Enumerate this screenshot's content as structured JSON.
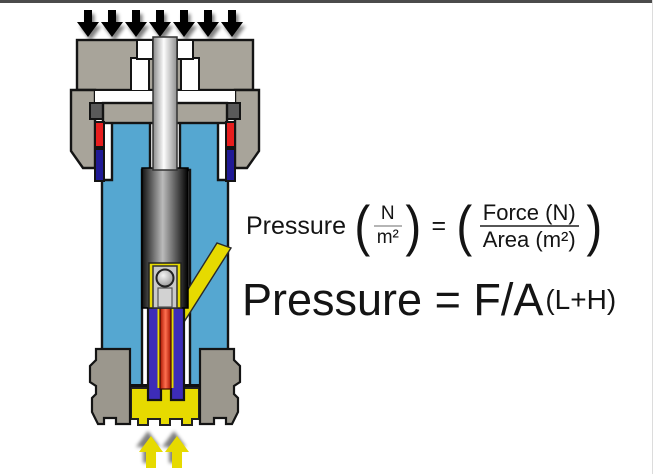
{
  "page": {
    "background": "#ffffff",
    "top_border_color": "#4b4b4b"
  },
  "diagram": {
    "colors": {
      "cap_gray": "#a8a49a",
      "base_gray": "#9b978d",
      "body_blue": "#55a7d1",
      "seal_red": "#e81e1e",
      "seal_navy": "#201a96",
      "fluid_yellow": "#e6da00",
      "tube_purple": "#3d2cb8",
      "dark_block": "#5a5a5a",
      "outline": "#141414"
    },
    "force_arrows": {
      "count": 7,
      "color": "#000000",
      "direction": "down"
    },
    "reaction_arrows": {
      "count": 2,
      "color": "#e6da00",
      "direction": "up"
    }
  },
  "formulas": {
    "pressure_units": {
      "word": "Pressure",
      "open_paren": "(",
      "close_paren": ")",
      "num_small": "N",
      "den_small": "m²",
      "equals": "=",
      "num_big": "Force (N)",
      "den_big": "Area (m²)"
    },
    "pressure_short": {
      "text": "Pressure = F/A",
      "subscript": "(L+H)"
    }
  }
}
